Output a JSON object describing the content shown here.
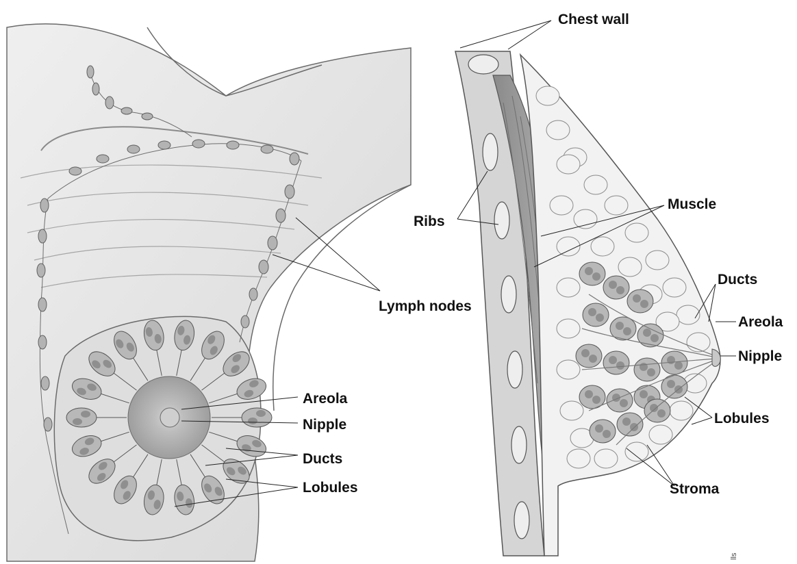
{
  "labels": {
    "chest_wall": "Chest wall",
    "muscle": "Muscle",
    "ribs": "Ribs",
    "lymph_nodes": "Lymph nodes",
    "ducts_right": "Ducts",
    "areola_right": "Areola",
    "nipple_right": "Nipple",
    "lobules_right": "Lobules",
    "stroma": "Stroma",
    "areola_left": "Areola",
    "nipple_left": "Nipple",
    "ducts_left": "Ducts",
    "lobules_left": "Lobules"
  },
  "credit": "lls",
  "colors": {
    "skin": "#e6e6e6",
    "skin_shadow": "#c9c9c9",
    "outline": "#555555",
    "lobule": "#b8b8b8",
    "lobule_dark": "#8f8f8f",
    "muscle": "#9a9a9a",
    "areola": "#a9a9a9",
    "fat": "#f2f2f2",
    "leader": "#222222"
  }
}
